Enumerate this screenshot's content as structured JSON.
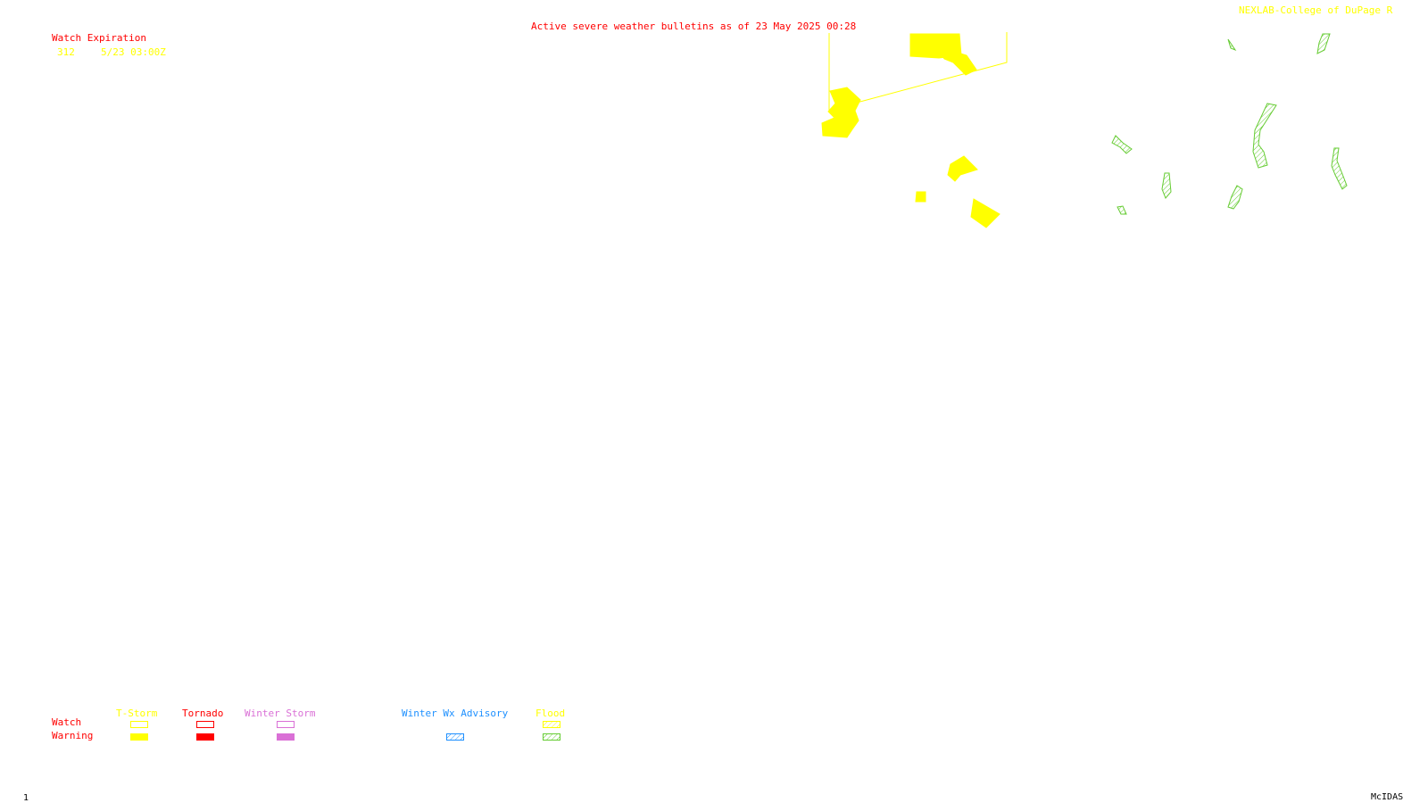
{
  "header": {
    "title": "Active severe weather bulletins as of 23 May 2025 00:28",
    "credit": "NEXLAB-College of DuPage R"
  },
  "watch_table": {
    "heading": "Watch Expiration",
    "rows": [
      {
        "number": "312",
        "expiration": "5/23 03:00Z"
      }
    ]
  },
  "legend": {
    "row_labels": {
      "watch": "Watch",
      "warning": "Warning"
    },
    "categories": [
      {
        "id": "tstorm",
        "label": "T-Storm",
        "color": "#ffff00",
        "has_watch": true,
        "has_warning": true,
        "hatched": false
      },
      {
        "id": "tornado",
        "label": "Tornado",
        "color": "#ff0000",
        "has_watch": true,
        "has_warning": true,
        "hatched": false
      },
      {
        "id": "winter-storm",
        "label": "Winter Storm",
        "color": "#da70d6",
        "has_watch": true,
        "has_warning": true,
        "hatched": false
      },
      {
        "id": "winter-wx-advisory",
        "label": "Winter Wx Advisory",
        "color": "#1e90ff",
        "has_watch": false,
        "has_warning": true,
        "hatched": true
      },
      {
        "id": "flood",
        "label": "Flood",
        "color": "#ffff00",
        "warning_color": "#66cc33",
        "has_watch": true,
        "has_warning": true,
        "hatched": true
      }
    ]
  },
  "footer": {
    "frame_number": "1",
    "software": "McIDAS"
  },
  "colors": {
    "tstorm": "#ffff00",
    "tornado": "#ff0000",
    "flood_warning": "#66cc33",
    "header_text": "#ff0000",
    "credit_text": "#ffff00",
    "background": "#ffffff"
  }
}
